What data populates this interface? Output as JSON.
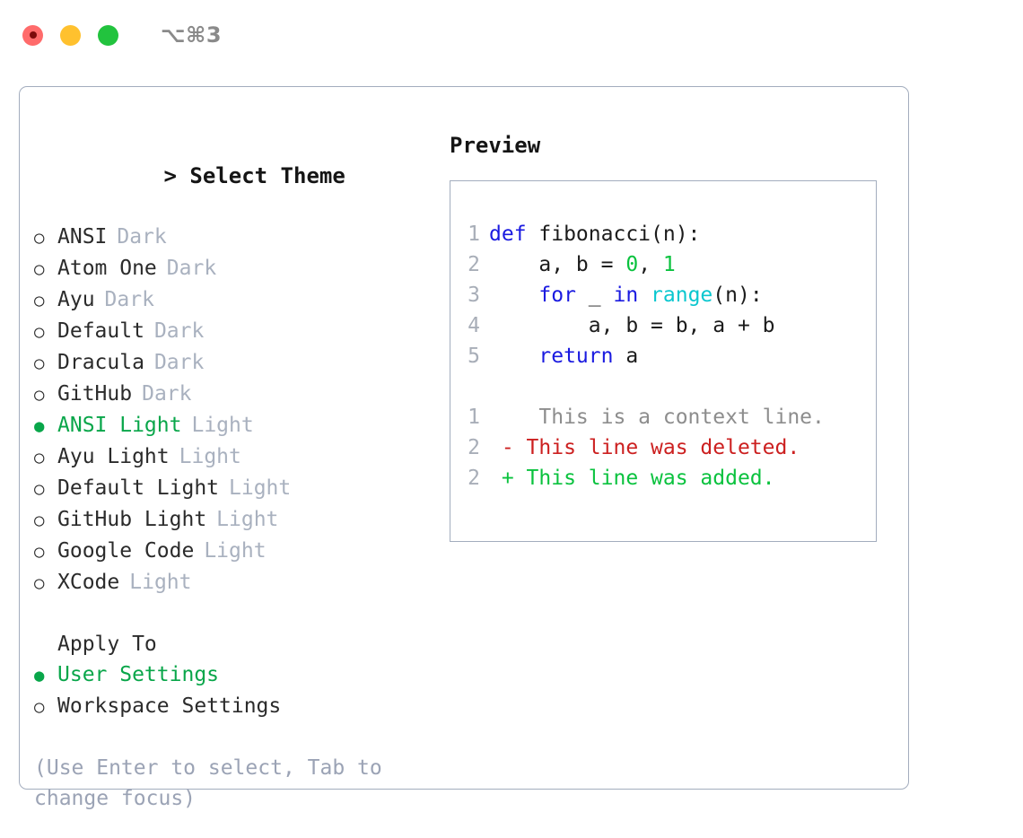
{
  "titlebar": {
    "shortcut": "⌥⌘3",
    "buttons": [
      {
        "name": "close",
        "color": "#ff6b6b"
      },
      {
        "name": "minimize",
        "color": "#ffc12e"
      },
      {
        "name": "maximize",
        "color": "#22c33e"
      }
    ]
  },
  "theme_panel": {
    "caret": ">",
    "header": "Select Theme",
    "bullet_selected": "●",
    "bullet_unselected": "○",
    "themes": [
      {
        "name": "ANSI",
        "mode": "Dark",
        "selected": false
      },
      {
        "name": "Atom One",
        "mode": "Dark",
        "selected": false
      },
      {
        "name": "Ayu",
        "mode": "Dark",
        "selected": false
      },
      {
        "name": "Default",
        "mode": "Dark",
        "selected": false
      },
      {
        "name": "Dracula",
        "mode": "Dark",
        "selected": false
      },
      {
        "name": "GitHub",
        "mode": "Dark",
        "selected": false
      },
      {
        "name": "ANSI Light",
        "mode": "Light",
        "selected": true
      },
      {
        "name": "Ayu Light",
        "mode": "Light",
        "selected": false
      },
      {
        "name": "Default Light",
        "mode": "Light",
        "selected": false
      },
      {
        "name": "GitHub Light",
        "mode": "Light",
        "selected": false
      },
      {
        "name": "Google Code",
        "mode": "Light",
        "selected": false
      },
      {
        "name": "XCode",
        "mode": "Light",
        "selected": false
      }
    ]
  },
  "apply_to": {
    "header": "Apply To",
    "options": [
      {
        "name": "User Settings",
        "selected": true
      },
      {
        "name": "Workspace Settings",
        "selected": false
      }
    ]
  },
  "hint": "(Use Enter to select, Tab to change focus)",
  "preview": {
    "title": "Preview",
    "code_lines": [
      {
        "lineno": "1",
        "tokens": [
          {
            "text": "def ",
            "kind": "kw"
          },
          {
            "text": "fibonacci(n):",
            "kind": "plain"
          }
        ]
      },
      {
        "lineno": "2",
        "tokens": [
          {
            "text": "    a, b = ",
            "kind": "plain"
          },
          {
            "text": "0",
            "kind": "num"
          },
          {
            "text": ", ",
            "kind": "plain"
          },
          {
            "text": "1",
            "kind": "num"
          }
        ]
      },
      {
        "lineno": "3",
        "tokens": [
          {
            "text": "    ",
            "kind": "plain"
          },
          {
            "text": "for",
            "kind": "kw"
          },
          {
            "text": " _ ",
            "kind": "plain"
          },
          {
            "text": "in",
            "kind": "kw"
          },
          {
            "text": " ",
            "kind": "plain"
          },
          {
            "text": "range",
            "kind": "fn"
          },
          {
            "text": "(n):",
            "kind": "plain"
          }
        ]
      },
      {
        "lineno": "4",
        "tokens": [
          {
            "text": "        a, b = b, a + b",
            "kind": "plain"
          }
        ]
      },
      {
        "lineno": "5",
        "tokens": [
          {
            "text": "    ",
            "kind": "plain"
          },
          {
            "text": "return",
            "kind": "kw"
          },
          {
            "text": " a",
            "kind": "plain"
          }
        ]
      }
    ],
    "diff_lines": [
      {
        "lineno": "1",
        "marker": " ",
        "text": "  This is a context line.",
        "kind": "ctx"
      },
      {
        "lineno": "2",
        "marker": "-",
        "text": " This line was deleted.",
        "kind": "del"
      },
      {
        "lineno": "2",
        "marker": "+",
        "text": " This line was added.",
        "kind": "add"
      }
    ]
  },
  "colors": {
    "accent_green": "#09a64a",
    "muted": "#a9b1bf",
    "hint": "#9ba3b5",
    "border": "#a3adbe",
    "keyword": "#1a1ae0",
    "function": "#0ac7cf",
    "number": "#0ac23e",
    "diff_deleted": "#cc2020",
    "diff_added": "#0ac23e",
    "diff_context": "#8d8d8d",
    "lineno": "#a8aeb8"
  }
}
